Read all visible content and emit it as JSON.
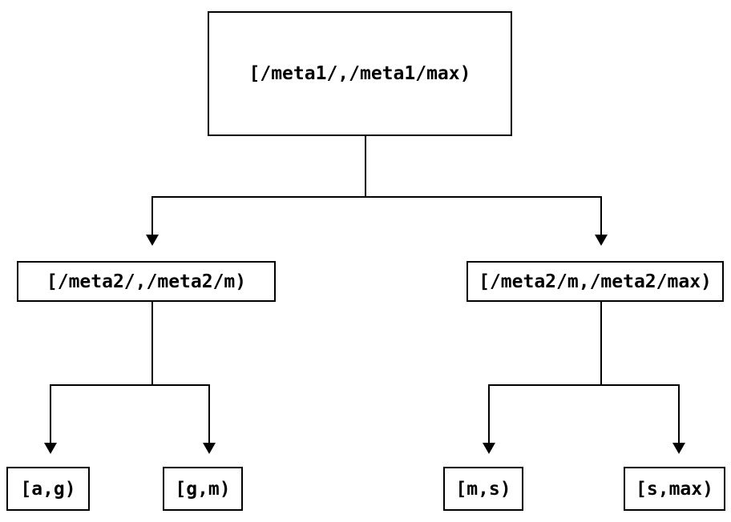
{
  "diagram": {
    "type": "tree",
    "colors": {
      "background": "#ffffff",
      "line": "#000000",
      "box_border": "#000000",
      "text": "#000000"
    },
    "nodes": {
      "root": {
        "label": "[/meta1/,/meta1/max)"
      },
      "left": {
        "label": "[/meta2/,/meta2/m)"
      },
      "right": {
        "label": "[/meta2/m,/meta2/max)"
      },
      "leaf_ag": {
        "label": "[a,g)"
      },
      "leaf_gm": {
        "label": "[g,m)"
      },
      "leaf_ms": {
        "label": "[m,s)"
      },
      "leaf_smax": {
        "label": "[s,max)"
      }
    },
    "edges": [
      {
        "from": "root",
        "to": "left"
      },
      {
        "from": "root",
        "to": "right"
      },
      {
        "from": "left",
        "to": "leaf_ag"
      },
      {
        "from": "left",
        "to": "leaf_gm"
      },
      {
        "from": "right",
        "to": "leaf_ms"
      },
      {
        "from": "right",
        "to": "leaf_smax"
      }
    ]
  }
}
